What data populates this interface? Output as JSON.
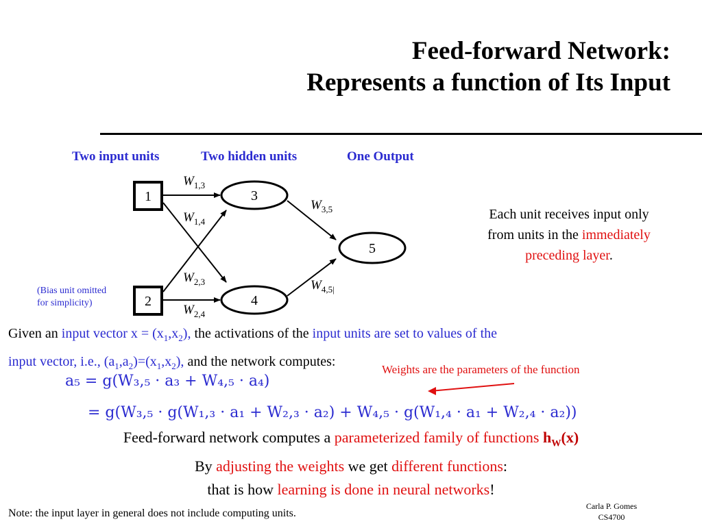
{
  "title": {
    "line1": "Feed-forward Network:",
    "line2": "Represents a function of Its Input"
  },
  "headers": {
    "input": "Two input  units",
    "hidden": "Two hidden units",
    "output": "One Output"
  },
  "diagram": {
    "nodes": [
      "1",
      "2",
      "3",
      "4",
      "5"
    ],
    "weights": {
      "w13": {
        "base": "W",
        "sub": "1,3"
      },
      "w14": {
        "base": "W",
        "sub": "1,4"
      },
      "w23": {
        "base": "W",
        "sub": "2,3"
      },
      "w24": {
        "base": "W",
        "sub": "2,4"
      },
      "w35": {
        "base": "W",
        "sub": "3,5"
      },
      "w45": {
        "base": "W",
        "sub": "4,5|"
      }
    }
  },
  "bias_note": {
    "line1": "(Bias unit  omitted",
    "line2": "for simplicity)"
  },
  "side_note": {
    "line1": "Each unit receives input only",
    "line2_pre": "from units in the ",
    "line2_red": "immediately",
    "line3_red": "preceding layer",
    "line3_post": "."
  },
  "paragraph": {
    "p1": "Given an ",
    "b1": "input vector x = (x",
    "s1": "1",
    "b2": ",x",
    "s2": "2",
    "b3": "),",
    "p2": " the activations of the ",
    "b4": "input units are set to values of the",
    "b5": "input vector, i.e., (a",
    "s3": "1",
    "b6": ",a",
    "s4": "2",
    "b7": ")=(x",
    "s5": "1",
    "b8": ",x",
    "s6": "2",
    "b9": "),",
    "p3": " and the network computes:"
  },
  "weights_note": "Weights are the parameters of the function",
  "equation": {
    "line1": "a₅  =  g(W₃,₅ · a₃ + W₄,₅ · a₄)",
    "line2": "=  g(W₃,₅ · g(W₁,₃ · a₁ + W₂,₃ · a₂) + W₄,₅ · g(W₁,₄ · a₁ + W₂,₄ · a₂))"
  },
  "summary": {
    "l1_pre": "Feed-forward network  computes a ",
    "l1_red": "parameterized family of  functions ",
    "l1_h": "h",
    "l1_hsub": "W",
    "l1_hx": "(x)",
    "l2_pre": "By ",
    "l2_red1": "adjusting the weights",
    "l2_mid": " we get ",
    "l2_red2": "different functions",
    "l2_post": ":",
    "l3_pre": "that is how ",
    "l3_red": "learning is done in neural networks",
    "l3_post": "!"
  },
  "footnote": "Note: the input layer in general does not include computing units.",
  "credit": {
    "line1": "Carla P. Gomes",
    "line2": "CS4700"
  },
  "colors": {
    "blue": "#2b2bd0",
    "red": "#e01010",
    "black": "#000000"
  }
}
